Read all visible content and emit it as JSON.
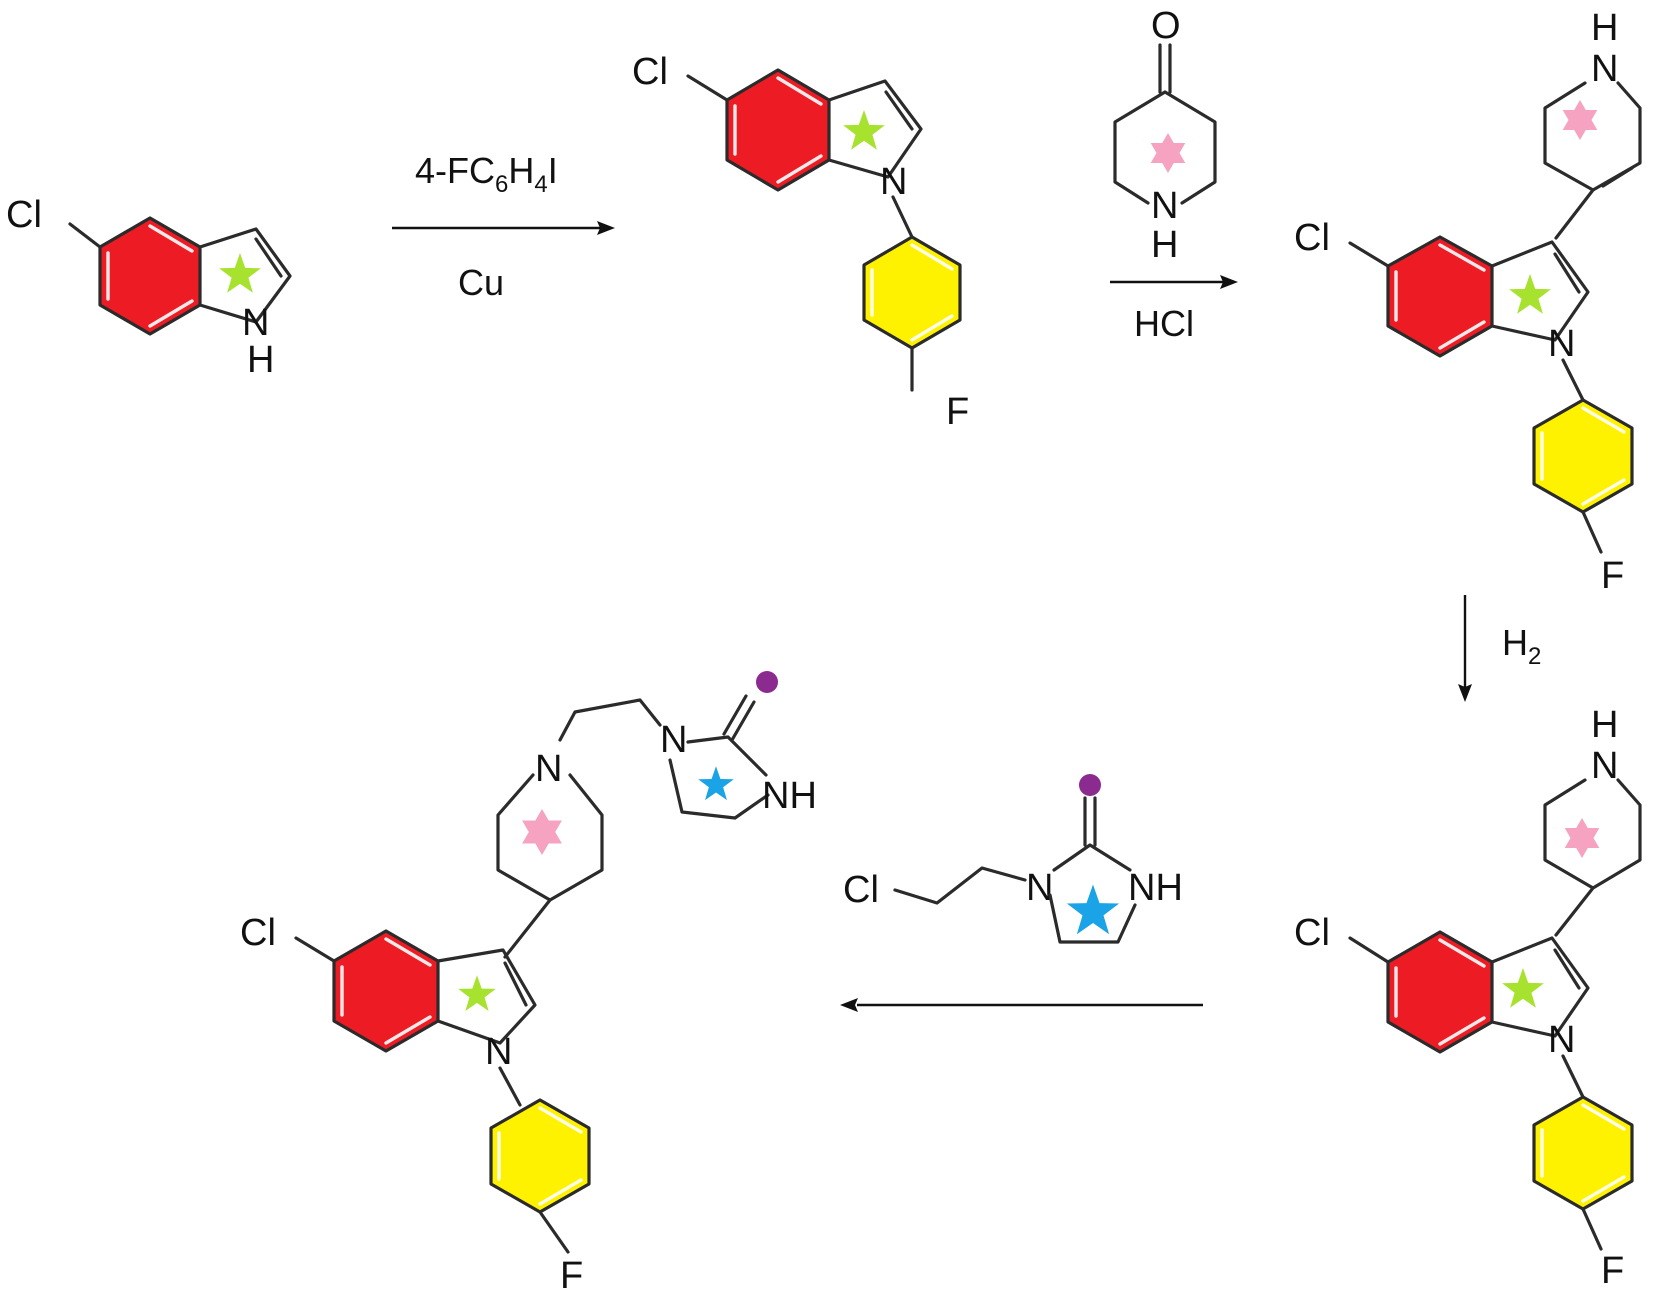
{
  "colors": {
    "benzo_ring": "#ed1c24",
    "fluorophenyl_ring": "#fff200",
    "pyrrole_star": "#a6e22e",
    "piperidine_star": "#f5a3c0",
    "imidazolidinone_star": "#1aa3e6",
    "oxygen_dot": "#8b2a8f",
    "bond": "#2b2b2b"
  },
  "atoms": {
    "chloro": "Cl",
    "nitrogen": "N",
    "hydrogen": "H",
    "amine": "NH",
    "fluoro": "F",
    "oxygen": "O"
  },
  "steps": [
    {
      "reagent_prefix": "4-FC",
      "reagent_sub1": "6",
      "reagent_mid": "H",
      "reagent_sub2": "4",
      "reagent_suffix": "I",
      "condition": "Cu"
    },
    {
      "condition": "HCl"
    },
    {
      "reagent_main": "H",
      "reagent_sub": "2"
    }
  ]
}
